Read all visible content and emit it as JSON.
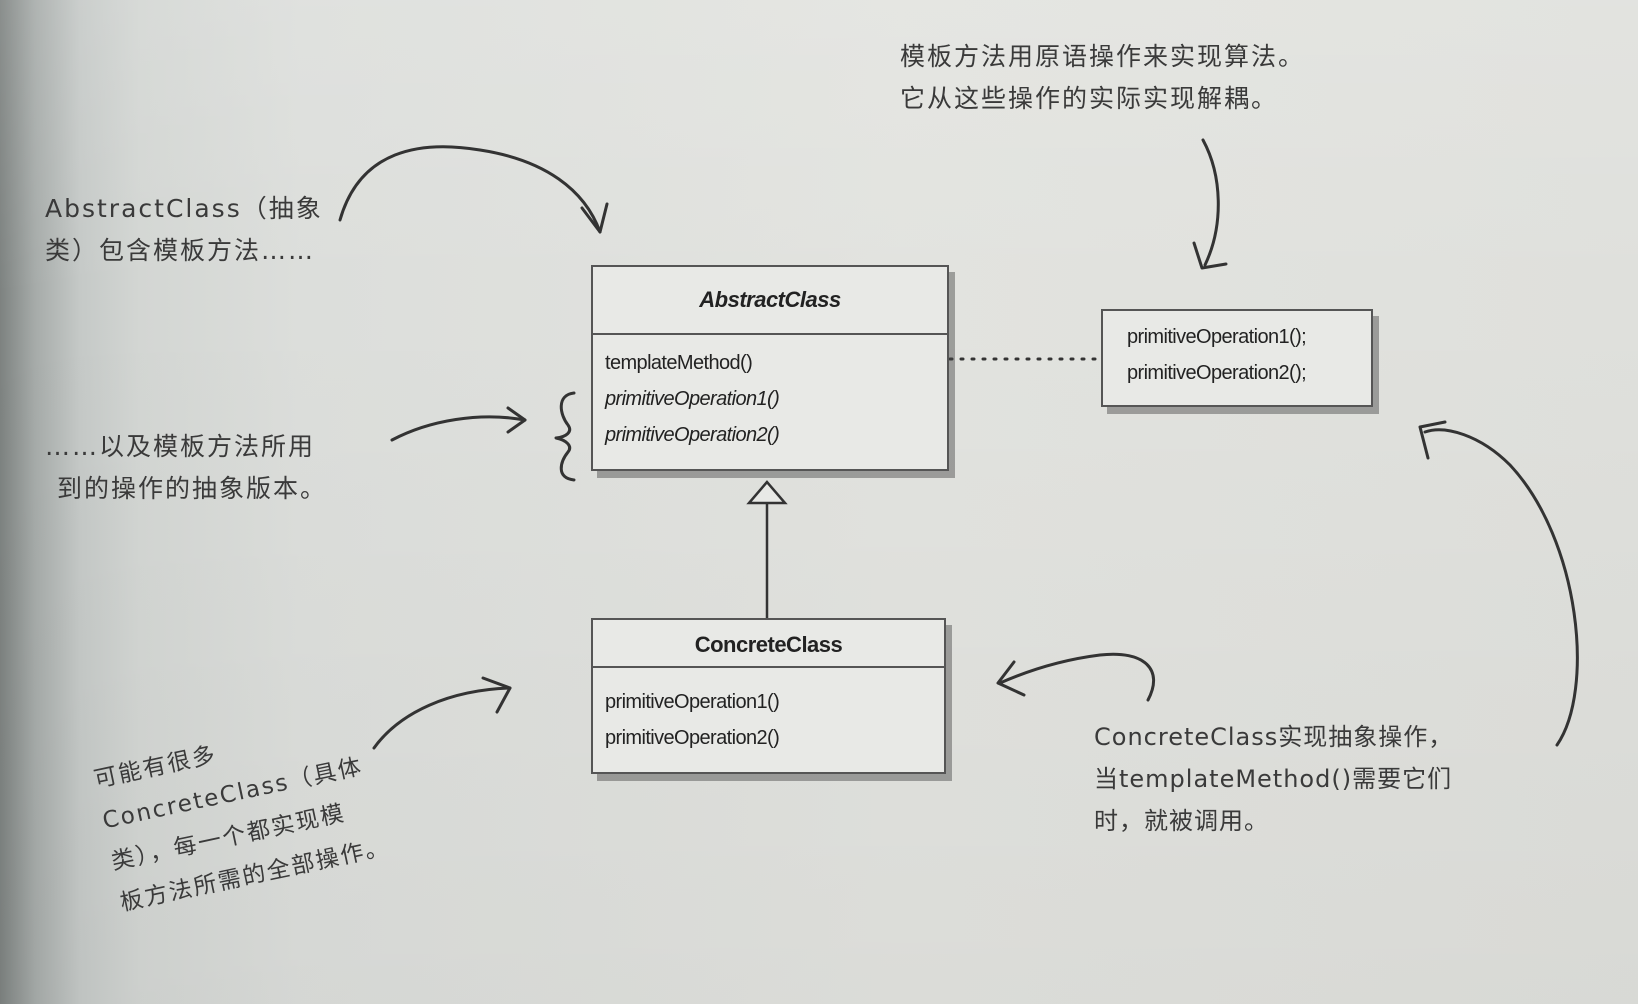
{
  "annotations": {
    "top_right": [
      "模板方法用原语操作来实现算法。",
      "它从这些操作的实际实现解耦。"
    ],
    "abstract_note": [
      "AbstractClass（抽象",
      "类）包含模板方法……"
    ],
    "primitive_note": [
      "……以及模板方法所用",
      "到的操作的抽象版本。"
    ],
    "concrete_many_note": [
      "可能有很多",
      "ConcreteClass（具体",
      "类），每一个都实现模",
      "板方法所需的全部操作。"
    ],
    "concrete_impl_note": [
      "ConcreteClass实现抽象操作，",
      "当templateMethod()需要它们",
      "时，就被调用。"
    ]
  },
  "abstract_class": {
    "name": "AbstractClass",
    "operations": [
      "templateMethod()",
      "primitiveOperation1()",
      "primitiveOperation2()"
    ]
  },
  "concrete_class": {
    "name": "ConcreteClass",
    "operations": [
      "primitiveOperation1()",
      "primitiveOperation2()"
    ]
  },
  "template_body": {
    "lines": [
      "primitiveOperation1();",
      "primitiveOperation2();"
    ]
  }
}
